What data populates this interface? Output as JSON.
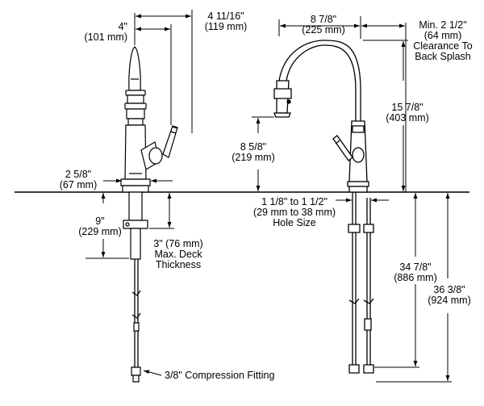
{
  "labels": {
    "spout_reach_side": {
      "line1": "4\"",
      "line2": "(101 mm)"
    },
    "handle_reach_side": {
      "line1": "4 11/16\"",
      "line2": "(119 mm)"
    },
    "base_diameter": {
      "line1": "2 5/8\"",
      "line2": "(67 mm)"
    },
    "spout_reach_front": {
      "line1": "8 7/8\"",
      "line2": "(225 mm)"
    },
    "backsplash_clearance": {
      "line1": "Min. 2 1/2\"",
      "line2": "(64 mm)",
      "line3": "Clearance To",
      "line4": "Back Splash"
    },
    "spout_height": {
      "line1": "15 7/8\"",
      "line2": "(403 mm)"
    },
    "aerator_height": {
      "line1": "8 5/8\"",
      "line2": "(219 mm)"
    },
    "hole_size": {
      "line1": "1 1/8\" to 1 1/2\"",
      "line2": "(29 mm to 38 mm)",
      "line3": "Hole Size"
    },
    "shank_length": {
      "line1": "9\"",
      "line2": "(229 mm)"
    },
    "deck_thickness": {
      "line1": "3\" (76 mm)",
      "line2": "Max. Deck",
      "line3": "Thickness"
    },
    "supply_length": {
      "line1": "34 7/8\"",
      "line2": "(886 mm)"
    },
    "overall_length": {
      "line1": "36 3/8\"",
      "line2": "(924 mm)"
    },
    "compression_fitting": {
      "line1": "3/8\" Compression Fitting"
    }
  }
}
